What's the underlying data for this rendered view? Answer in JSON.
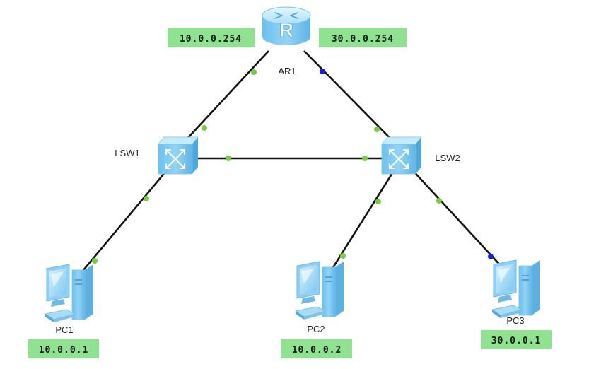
{
  "colors": {
    "link": "#111111",
    "port_up": "#7ac943",
    "port_alt": "#1a22cc",
    "ip_label_bg": "#8fe28f",
    "device_blue": "#8fd0f4"
  },
  "devices": {
    "router": {
      "name": "AR1",
      "icon": "router-icon"
    },
    "lsw1": {
      "name": "LSW1",
      "icon": "switch-icon"
    },
    "lsw2": {
      "name": "LSW2",
      "icon": "switch-icon"
    },
    "pc1": {
      "name": "PC1",
      "icon": "pc-icon",
      "ip": "10.0.0.1"
    },
    "pc2": {
      "name": "PC2",
      "icon": "pc-icon",
      "ip": "10.0.0.2"
    },
    "pc3": {
      "name": "PC3",
      "icon": "pc-icon",
      "ip": "30.0.0.1"
    }
  },
  "gateway_labels": {
    "left": "10.0.0.254",
    "right": "30.0.0.254"
  }
}
